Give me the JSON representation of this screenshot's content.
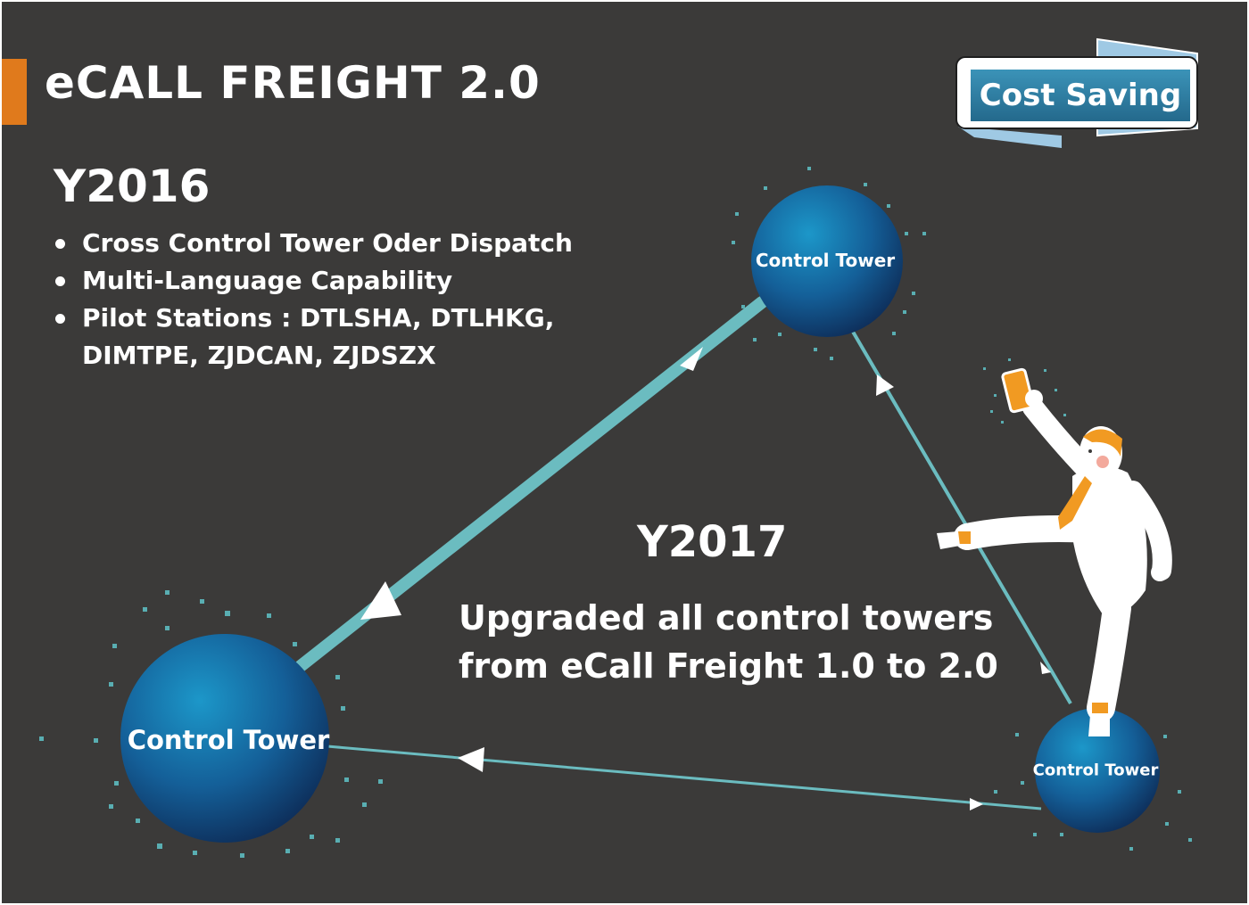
{
  "title": "eCALL FREIGHT 2.0",
  "badge": {
    "label": "Cost Saving"
  },
  "y2016": {
    "heading": "Y2016",
    "bullets": [
      {
        "text": "Cross Control Tower Oder Dispatch"
      },
      {
        "text": "Multi-Language Capability"
      },
      {
        "text": "Pilot Stations : DTLSHA, DTLHKG,",
        "continuation": "DIMTPE, ZJDCAN, ZJDSZX"
      }
    ]
  },
  "y2017": {
    "heading": "Y2017",
    "line1": "Upgraded all control towers",
    "line2": "from eCall Freight 1.0 to 2.0"
  },
  "towers": {
    "top": {
      "label": "Control Tower"
    },
    "left": {
      "label": "Control Tower"
    },
    "right": {
      "label": "Control Tower"
    }
  },
  "colors": {
    "background": "#3b3a39",
    "accent": "#e07a1c",
    "connector": "#6bbcc0",
    "sphere_light": "#1a8fc4",
    "sphere_dark": "#0f2f5c",
    "badge": "#2e7fa3"
  },
  "icons": [
    "businessman-figure",
    "phone-icon"
  ]
}
